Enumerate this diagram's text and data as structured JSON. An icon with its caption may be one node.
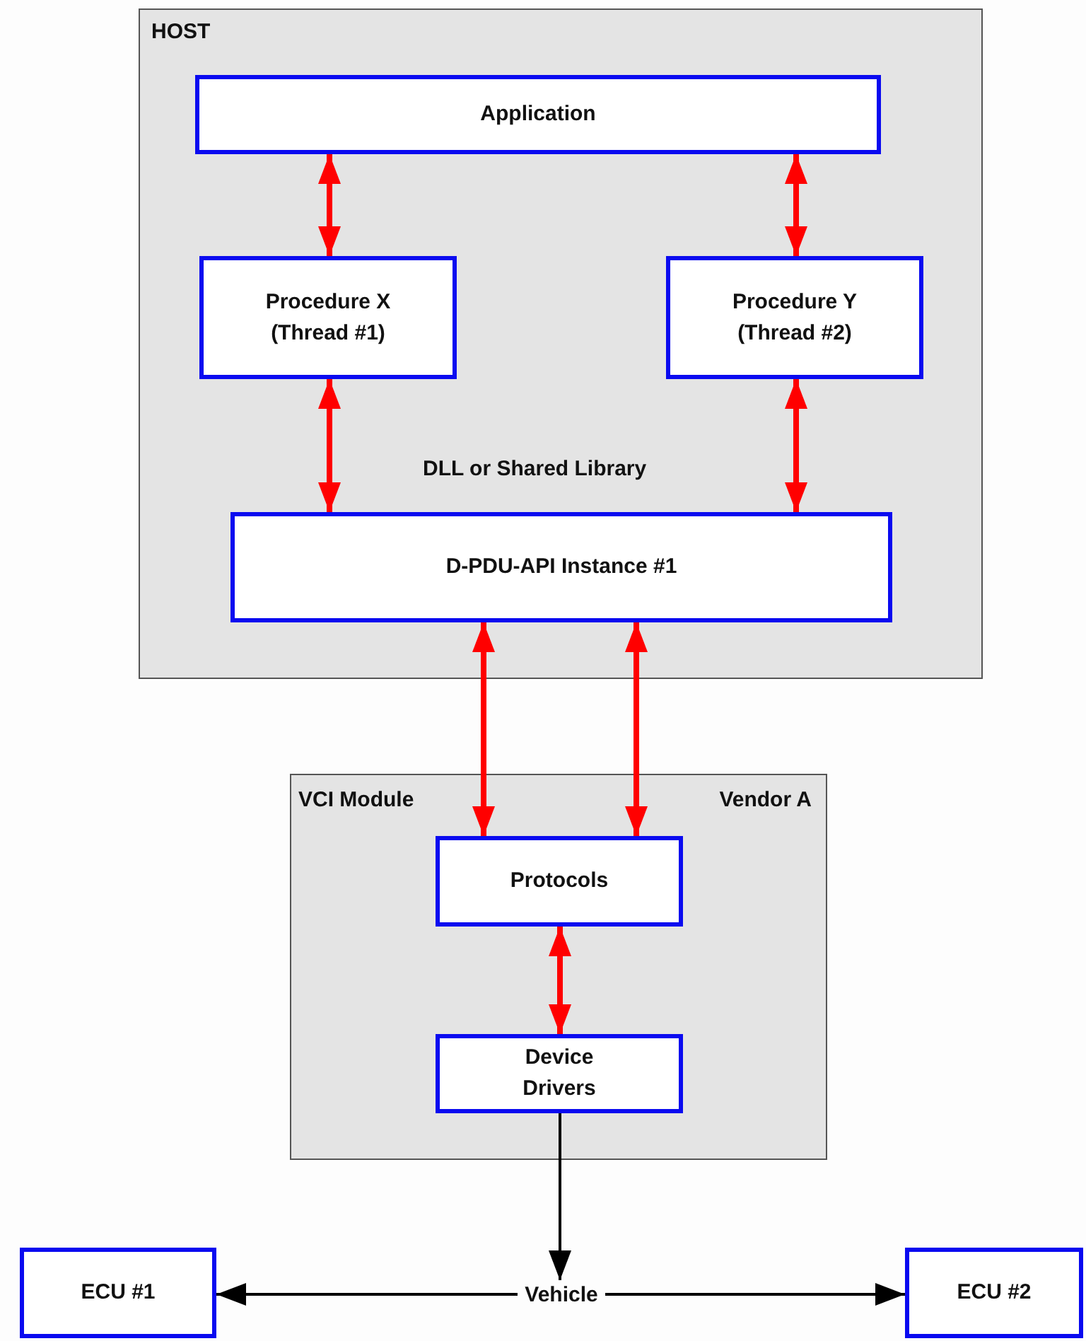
{
  "diagram": {
    "nodes": [
      {
        "text": [
          "HOST",
          "DLL or Shared Library"
        ]
      },
      {
        "text": [
          "Application"
        ],
        "in": 0
      },
      {
        "text": [
          "Procedure X (Thread #1)"
        ],
        "in": 0
      },
      {
        "text": [
          "Procedure Y (Thread #2)"
        ],
        "in": 0
      },
      {
        "text": [
          "D-PDU-API Instance #1"
        ],
        "in": 0
      },
      {
        "text": [
          "VCI Module",
          "Vendor A"
        ]
      },
      {
        "text": [
          "Protocols"
        ],
        "in": 5
      },
      {
        "text": [
          "Device Drivers"
        ],
        "in": 5
      },
      {
        "text": [
          "ECU #1"
        ]
      },
      {
        "text": [
          "ECU #2"
        ]
      },
      {
        "text": [
          "Vehicle"
        ]
      }
    ],
    "edges": [
      {
        "from": 1,
        "to": 2,
        "arrow": "both"
      },
      {
        "from": 1,
        "to": 3,
        "arrow": "both"
      },
      {
        "from": 2,
        "to": 4,
        "arrow": "both"
      },
      {
        "from": 3,
        "to": 4,
        "arrow": "both"
      },
      {
        "from": 4,
        "to": 6,
        "arrow": "both"
      },
      {
        "from": 4,
        "to": 6,
        "arrow": "both"
      },
      {
        "from": 6,
        "to": 7,
        "arrow": "both"
      },
      {
        "from": 7,
        "to": 10,
        "arrow": "to",
        "color": "#000000"
      },
      {
        "from": 10,
        "to": 8,
        "arrow": "to",
        "color": "#000000"
      },
      {
        "from": 10,
        "to": 9,
        "arrow": "to",
        "color": "#000000"
      }
    ]
  }
}
